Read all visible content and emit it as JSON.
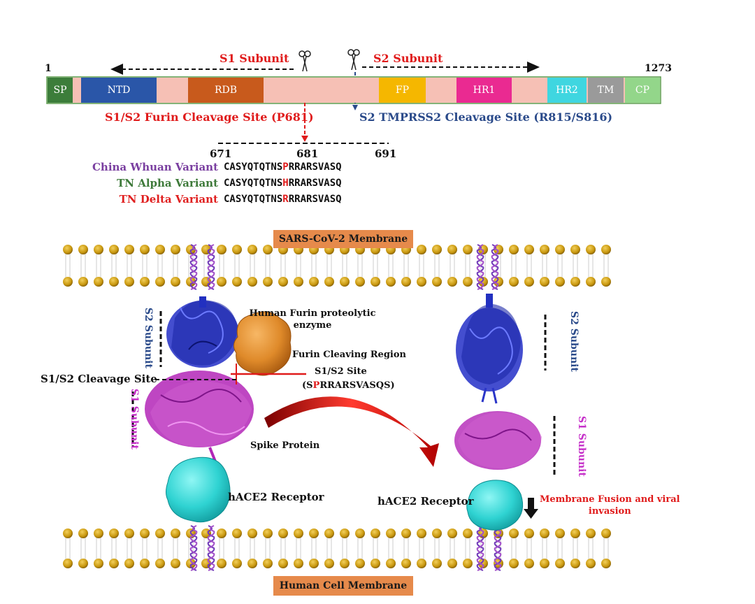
{
  "domain_bar": {
    "start_num": "1",
    "end_num": "1273",
    "s1_label": "S1 Subunit",
    "s2_label": "S2 Subunit",
    "segments": [
      {
        "label": "SP",
        "color": "#3c7d3a"
      },
      {
        "label": "NTD",
        "color": "#2a56a8"
      },
      {
        "label": "RDB",
        "color": "#c85a1c"
      },
      {
        "label": "FP",
        "color": "#f5b700"
      },
      {
        "label": "HR1",
        "color": "#ea2a91"
      },
      {
        "label": "HR2",
        "color": "#3fd6e0"
      },
      {
        "label": "TM",
        "color": "#9a9a9a"
      },
      {
        "label": "CP",
        "color": "#93d68a"
      }
    ],
    "linker_color": "#f6c0b5",
    "furin_site_label": "S1/S2 Furin Cleavage Site",
    "furin_site_pos": "(P681)",
    "tmprss2_label": "S2 TMPRSS2 Cleavage Site",
    "tmprss2_pos": "(R815/S816)"
  },
  "sequence": {
    "pos_start": "671",
    "pos_mid": "681",
    "pos_end": "691",
    "variants": [
      {
        "name": "China Whuan Variant",
        "color": "#7a3fa0",
        "pre": "CASYQTQTNS",
        "mut": "P",
        "post": "RRARSVASQ"
      },
      {
        "name": "TN Alpha Variant",
        "color": "#3e7a3a",
        "pre": "CASYQTQTNS",
        "mut": "H",
        "post": "RRARSVASQ"
      },
      {
        "name": "TN Delta Variant",
        "color": "#e02020",
        "pre": "CASYQTQTNS",
        "mut": "R",
        "post": "RRARSVASQ"
      }
    ]
  },
  "illustration": {
    "virus_membrane": "SARS-CoV-2 Membrane",
    "cell_membrane": "Human Cell Membrane",
    "furin_enzyme": "Human Furin proteolytic enzyme",
    "furin_region": "Furin Cleaving Region",
    "s1s2_site": "S1/S2 Site",
    "s1s2_seq_open": "(S",
    "s1s2_seq_mut": "P",
    "s1s2_seq_close": "RRARSVASQS)",
    "cleavage_site": "S1/S2 Cleavage Site",
    "s2_subunit": "S2 Subunit",
    "s1_subunit": "S1 Subunit",
    "spike_protein": "Spike Protein",
    "hace2_left": "hACE2 Receptor",
    "hace2_right": "hACE2 Receptor",
    "fusion_line1": "Membrane Fusion  and viral",
    "fusion_line2": "invasion"
  }
}
